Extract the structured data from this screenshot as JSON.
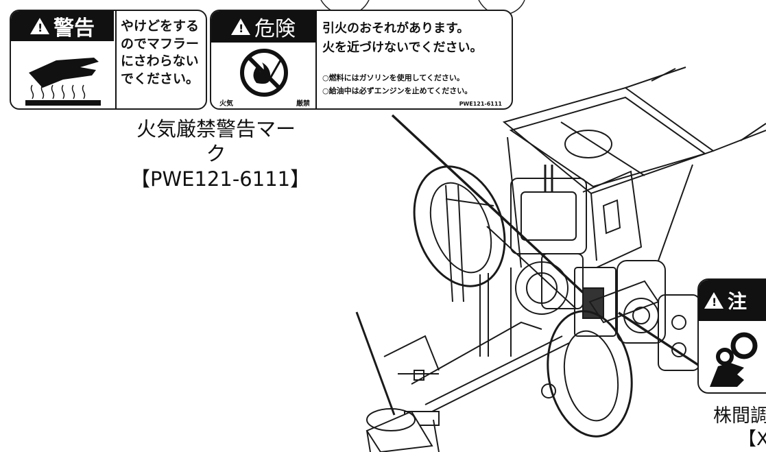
{
  "warning_label": {
    "signal_word": "警告",
    "message_lines": [
      "やけどをする",
      "のでマフラー",
      "にさわらない",
      "でください。"
    ],
    "pictogram": "hot-surface-hand-icon"
  },
  "danger_label": {
    "signal_word": "危険",
    "message_lines": [
      "引火のおそれがあります。",
      "火を近づけないでください。"
    ],
    "notes": [
      "○燃料にはガソリンを使用してください。",
      "○給油中は必ずエンジンを止めてください。"
    ],
    "pictogram_caption_left": "火気",
    "pictogram_caption_right": "厳禁",
    "part_number": "PWE121-6111",
    "pictogram": "no-fire-icon"
  },
  "caution_label": {
    "signal_word": "注",
    "pictogram": "gear-entanglement-icon"
  },
  "captions": {
    "fire_label_name": "火気厳禁警告マーク",
    "fire_label_code": "【PWE121-6111】",
    "spacing_label_name": "株間調",
    "spacing_label_code": "【X"
  },
  "colors": {
    "ink": "#111111",
    "paper": "#ffffff"
  }
}
